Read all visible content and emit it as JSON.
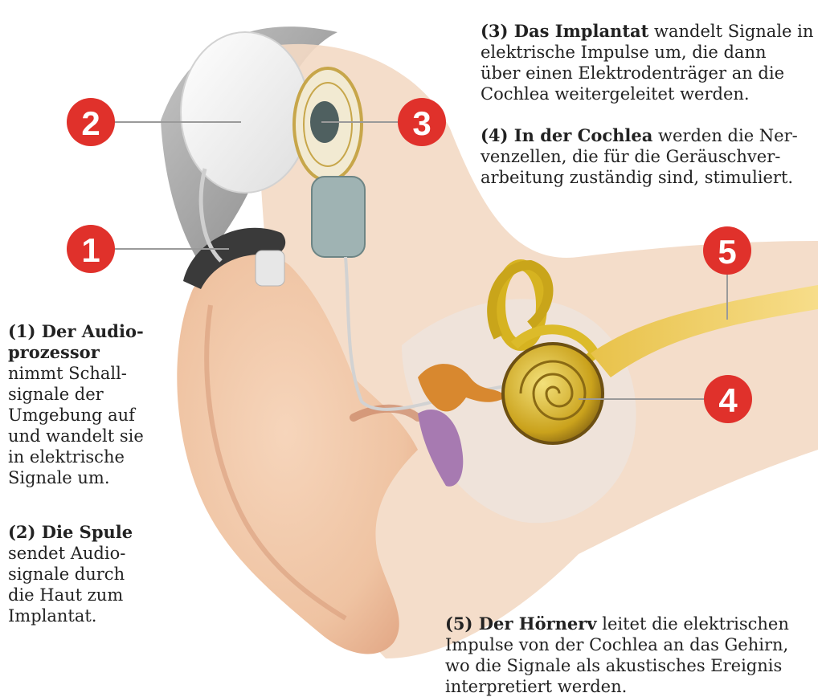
{
  "colors": {
    "marker_red": "#e0312b",
    "skin": "#f0c6a6",
    "skin_shadow": "#d99b78",
    "hair": "#8c8c8c",
    "device_white": "#f4f4f4",
    "processor_dark": "#3a3a3a",
    "cochlea_gold": "#d6b320",
    "nerve_yellow": "#f0cf5c",
    "ossicle_orange": "#d8882f",
    "eardrum_purple": "#a77ab1",
    "text": "#222222"
  },
  "markers": [
    {
      "number": "1"
    },
    {
      "number": "2"
    },
    {
      "number": "3"
    },
    {
      "number": "4"
    },
    {
      "number": "5"
    }
  ],
  "captions": [
    {
      "title": "(1) Der Audio-",
      "lines": [
        "prozessor",
        "nimmt Schall-",
        "signale der",
        "Umgebung auf",
        "und wandelt sie",
        "in elektrische",
        "Signale um."
      ]
    },
    {
      "title": "(2) Die Spule",
      "lines": [
        "sendet Audio-",
        "signale durch",
        "die Haut zum",
        "Implantat."
      ]
    },
    {
      "title": "(3) Das Implantat",
      "first_rest": " wandelt Signale in",
      "lines": [
        "elektrische Impulse um, die dann",
        "über einen Elektrodenträger an die",
        "Cochlea weitergeleitet werden."
      ]
    },
    {
      "title": "(4) In der Cochlea",
      "first_rest": " werden die Ner-",
      "lines": [
        "venzellen, die für die Geräuschver-",
        "arbeitung zuständig sind, stimuliert."
      ]
    },
    {
      "title": "(5) Der Hörnerv",
      "first_rest": " leitet die elektrischen",
      "lines": [
        "Impulse von der Cochlea an das Gehirn,",
        "wo die Signale als akustisches Ereignis",
        "interpretiert werden."
      ]
    }
  ]
}
